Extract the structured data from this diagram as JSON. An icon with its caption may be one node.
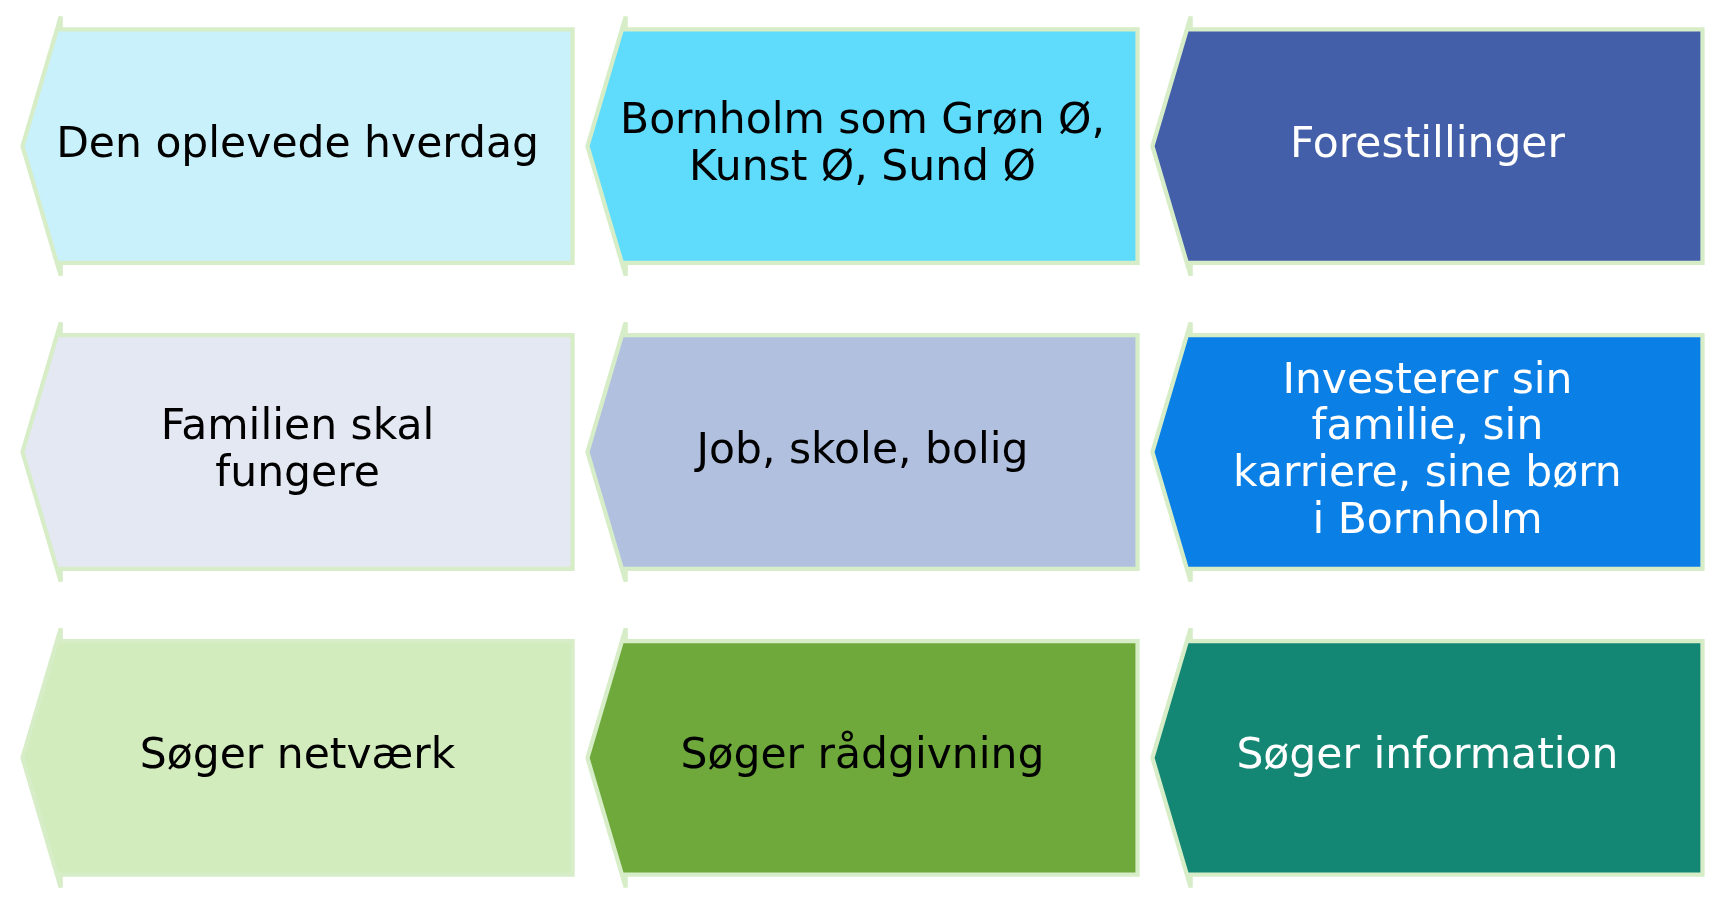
{
  "diagram": {
    "nodes": [
      {
        "text": [
          "Den oplevede hverdag"
        ]
      },
      {
        "text": [
          "Bornholm som Grøn Ø, Kunst Ø, Sund Ø"
        ]
      },
      {
        "text": [
          "Forestillinger"
        ]
      },
      {
        "text": [
          "Familien skal fungere"
        ]
      },
      {
        "text": [
          "Job, skole, bolig"
        ]
      },
      {
        "text": [
          "Investerer sin familie, sin karriere, sine børn i Bornholm"
        ]
      },
      {
        "text": [
          "Søger netværk"
        ]
      },
      {
        "text": [
          "Søger rådgivning"
        ]
      },
      {
        "text": [
          "Søger information"
        ]
      }
    ]
  }
}
